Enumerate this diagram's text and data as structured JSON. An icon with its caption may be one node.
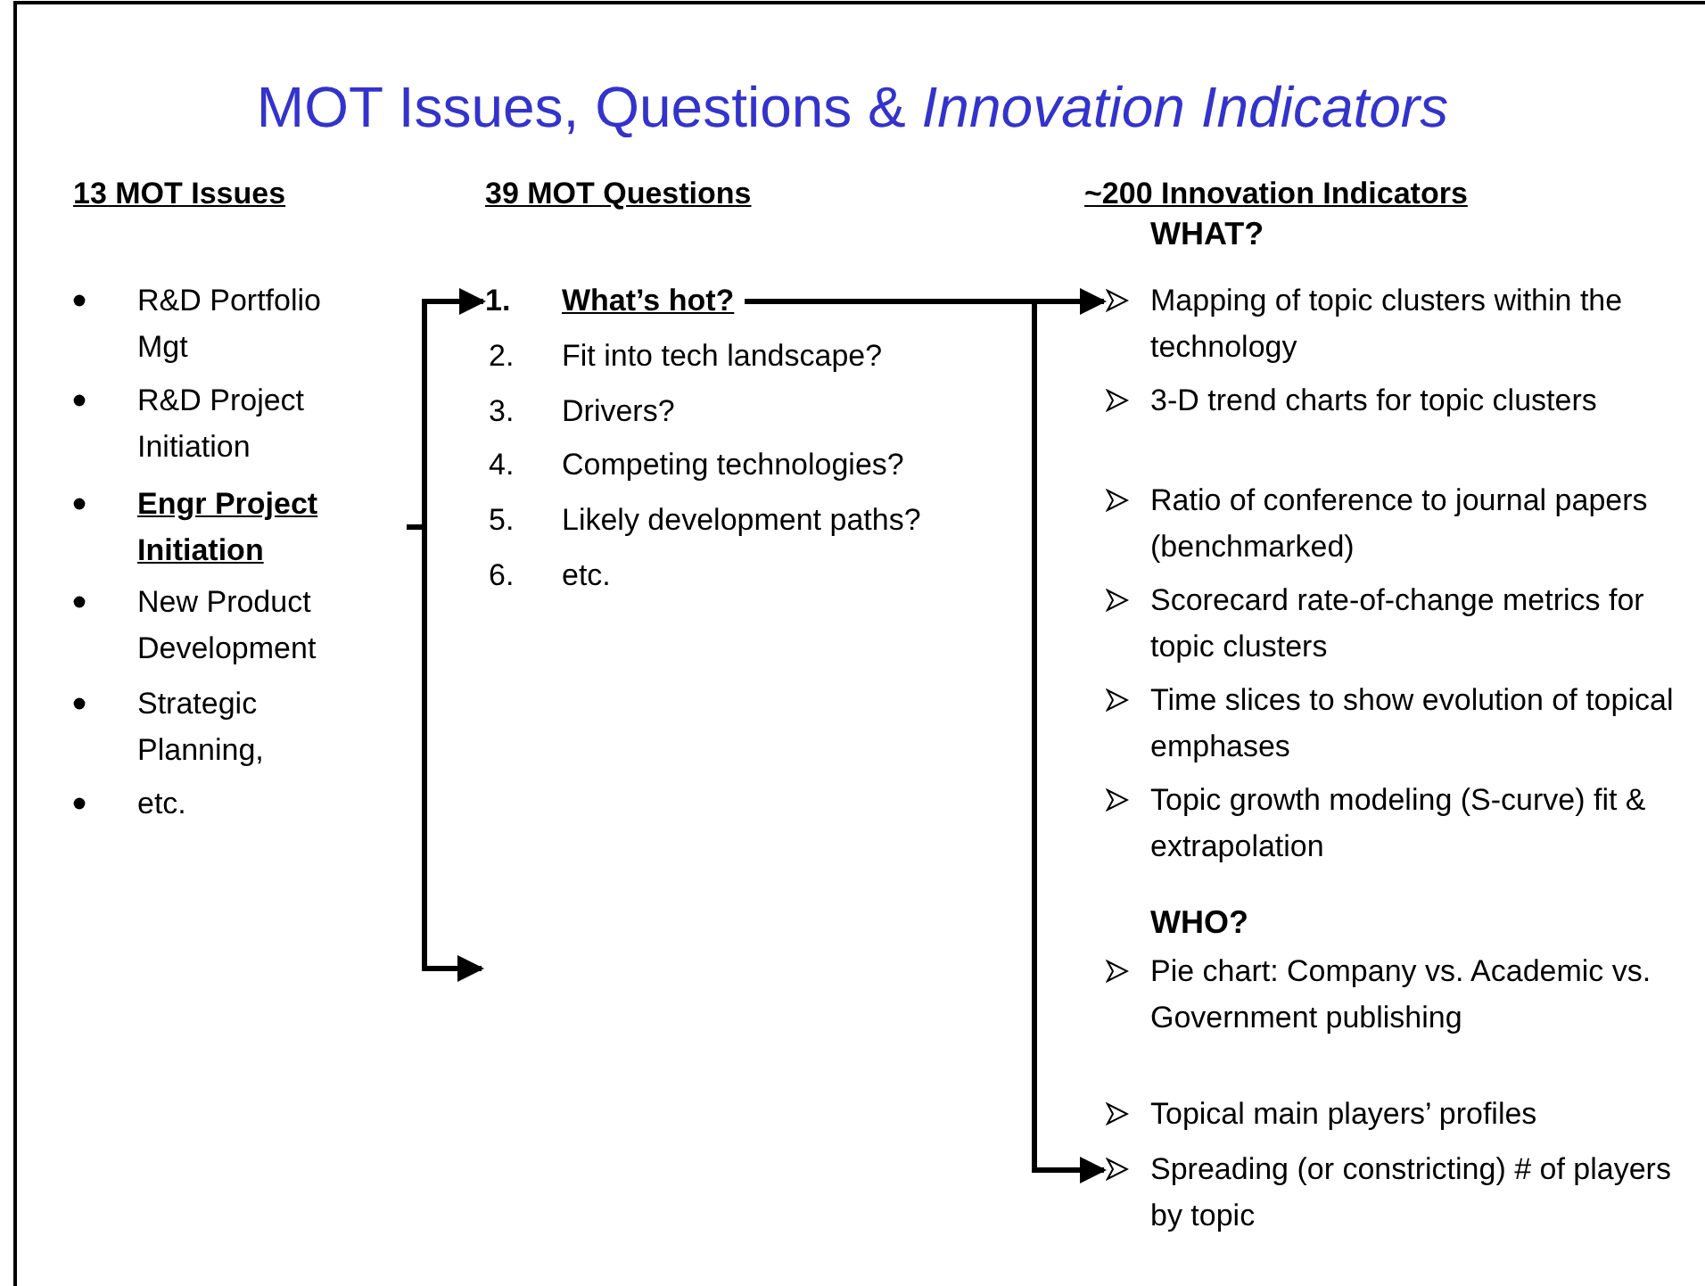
{
  "diagram": {
    "title": "MOT Issues, Questions & *Innovation Indicators*",
    "nodes": [
      {
        "text": [
          "Engr Project Initiation"
        ]
      },
      {
        "text": [
          "1.",
          "What’s hot?"
        ]
      },
      {
        "text": [
          "Mapping of topic clusters within the technology"
        ]
      },
      {
        "text": [
          "Spreading (or constricting) # of players by topic"
        ]
      }
    ],
    "edges": [
      {
        "from": 0,
        "to": 1,
        "arrow": "to"
      },
      {
        "from": 0,
        "to": null,
        "arrow": "to"
      },
      {
        "from": 1,
        "to": 2,
        "arrow": "to"
      },
      {
        "from": 1,
        "to": 3,
        "arrow": "to"
      }
    ],
    "labels": [
      "13 MOT Issues",
      "39 MOT Questions",
      "~200 Innovation Indicators",
      "WHAT?",
      "R&D Portfolio Mgt",
      "R&D Project Initiation",
      "New Product Development",
      "Strategic Planning,",
      "etc.",
      "2.",
      "Fit into tech landscape?",
      "3.",
      "Drivers?",
      "4.",
      "Competing technologies?",
      "5.",
      "Likely development paths?",
      "6.",
      "etc.",
      "3-D trend charts for topic clusters",
      "Ratio of conference to journal papers (benchmarked)",
      "Scorecard rate-of-change metrics for topic clusters",
      "Time slices to show evolution of topical emphases",
      "Topic growth modeling (S-curve) fit & extrapolation",
      "WHO?",
      "Pie chart: Company vs. Academic vs. Government publishing",
      "Topical main players’ profiles"
    ]
  }
}
